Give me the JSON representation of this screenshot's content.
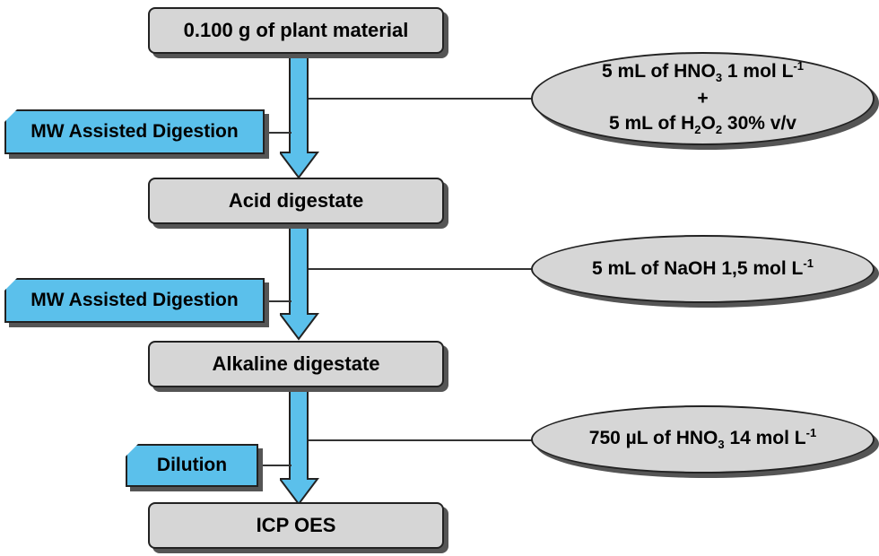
{
  "steps": {
    "s1": "0.100 g of plant material",
    "s2": "Acid digestate",
    "s3": "Alkaline digestate",
    "s4": "ICP OES"
  },
  "processes": {
    "p1": "MW Assisted Digestion",
    "p2": "MW Assisted Digestion",
    "p3": "Dilution"
  },
  "reagents": {
    "r1": {
      "line1_pre": "5 mL of HNO",
      "line1_sub": "3",
      "line1_mid": " 1 mol L",
      "line1_sup": "-1",
      "plus": "+",
      "line2_pre": "5 mL of H",
      "line2_sub1": "2",
      "line2_mid": "O",
      "line2_sub2": "2",
      "line2_post": " 30% v/v"
    },
    "r2": {
      "pre": "5 mL of NaOH 1,5 mol L",
      "sup": "-1"
    },
    "r3": {
      "pre": "750 µL of HNO",
      "sub": "3",
      "mid": " 14 mol L",
      "sup": "-1"
    }
  },
  "colors": {
    "box_fill": "#d6d6d6",
    "process_fill": "#5bc0eb",
    "arrow_fill": "#5bc0eb",
    "border": "#222222"
  }
}
